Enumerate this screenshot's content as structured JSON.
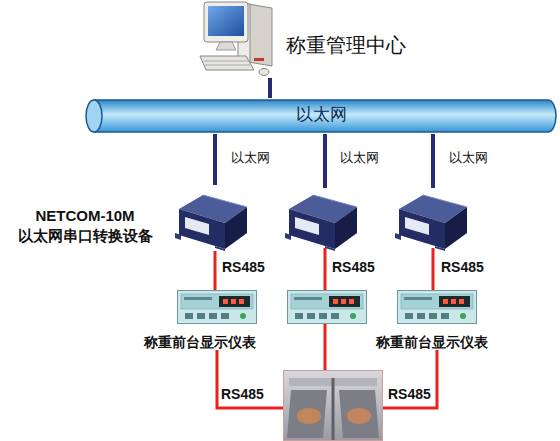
{
  "diagram": {
    "nodes": [
      {
        "text": [
          "称重管理中心"
        ]
      },
      {
        "text": [
          "以太网"
        ]
      },
      {
        "text": [
          "NETCOM-10M 以太网串口转换设备"
        ]
      },
      {
        "text": [
          "称重前台显示仪表"
        ]
      },
      {
        "text": [
          "称重前台显示仪表"
        ]
      }
    ],
    "edges": [
      {
        "from": 0,
        "to": 1,
        "arrow": "none"
      },
      {
        "from": 1,
        "to": 2,
        "arrow": "none",
        "label": "以太网"
      },
      {
        "from": 2,
        "to": 3,
        "arrow": "none",
        "label": "RS485"
      }
    ],
    "labels": [
      "以太网",
      "以太网",
      "RS485",
      "RS485",
      "RS485",
      "RS485"
    ]
  }
}
